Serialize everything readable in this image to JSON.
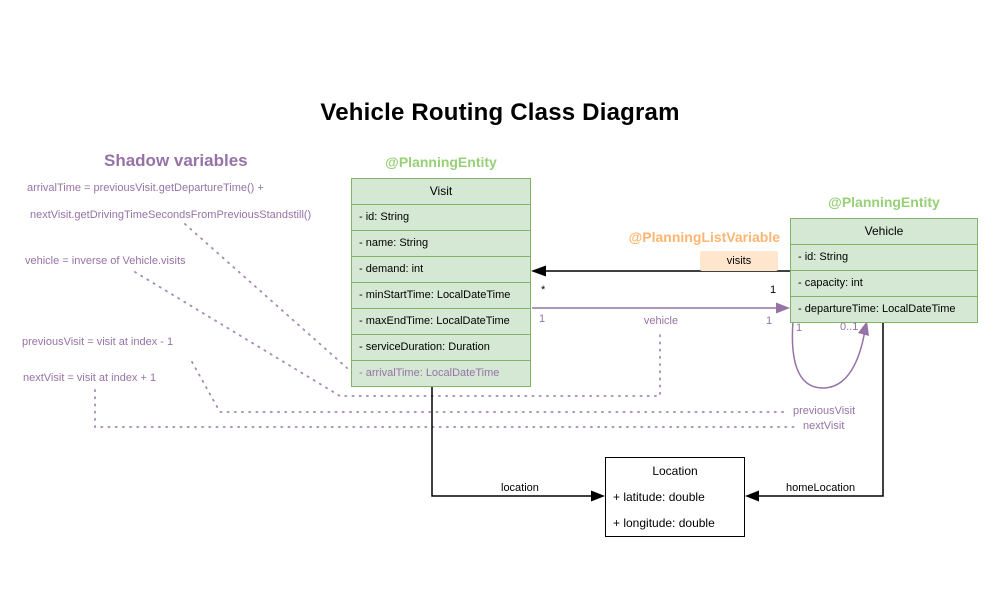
{
  "title": "Vehicle Routing Class Diagram",
  "shadow_panel": {
    "heading": "Shadow variables",
    "lines": [
      "arrivalTime = previousVisit.getDepartureTime() +",
      "nextVisit.getDrivingTimeSecondsFromPreviousStandstill()",
      "vehicle = inverse of Vehicle.visits",
      "previousVisit = visit at index - 1",
      "nextVisit = visit at index + 1"
    ]
  },
  "annotations": {
    "visit_planning_entity": "@PlanningEntity",
    "vehicle_planning_entity": "@PlanningEntity",
    "planning_list_variable": "@PlanningListVariable"
  },
  "classes": {
    "visit": {
      "name": "Visit",
      "attributes": [
        "- id: String",
        "- name: String",
        "- demand: int",
        "- minStartTime: LocalDateTime",
        "- maxEndTime: LocalDateTime",
        "- serviceDuration: Duration",
        "- arrivalTime: LocalDateTime"
      ]
    },
    "vehicle": {
      "name": "Vehicle",
      "attributes": [
        "- id: String",
        "- capacity: int",
        "- departureTime: LocalDateTime"
      ]
    },
    "location": {
      "name": "Location",
      "attributes": [
        "+ latitude: double",
        "+ longitude: double"
      ]
    }
  },
  "relations": {
    "visits": {
      "label": "visits",
      "visit_multiplicity": "*",
      "vehicle_multiplicity": "1"
    },
    "vehicle": {
      "label": "vehicle",
      "visit_multiplicity": "1",
      "vehicle_multiplicity": "1"
    },
    "self_loop": {
      "left_multiplicity": "1",
      "right_multiplicity": "0..1"
    },
    "previous_visit_label": "previousVisit",
    "next_visit_label": "nextVisit",
    "location_label": "location",
    "home_location_label": "homeLocation"
  },
  "colors": {
    "green_annotation": "#97d077",
    "green_fill": "#d5e8d4",
    "green_border": "#82b366",
    "orange_annotation": "#ffb570",
    "orange_fill": "#ffe6cc",
    "purple": "#9673a6",
    "black": "#000000"
  }
}
